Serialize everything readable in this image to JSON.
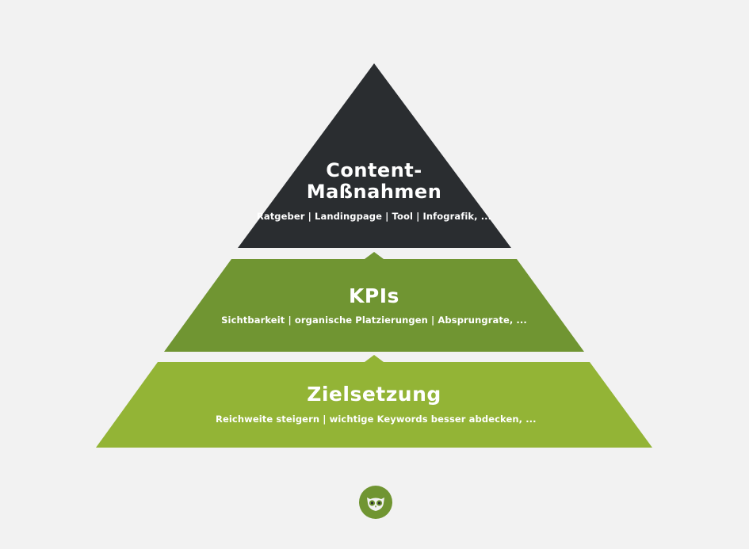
{
  "pyramid": {
    "layers": [
      {
        "title": "Content-Maßnahmen",
        "subtitle": "Ratgeber  | Landingpage | Tool | Infografik, ...",
        "color": "#2a2d30"
      },
      {
        "title": "KPIs",
        "subtitle": "Sichtbarkeit | organische Platzierungen | Absprungrate, ...",
        "color": "#709532"
      },
      {
        "title": "Zielsetzung",
        "subtitle": "Reichweite steigern | wichtige Keywords besser abdecken, ...",
        "color": "#93b436"
      }
    ]
  },
  "logo": {
    "icon": "owl-icon",
    "color": "#709532"
  },
  "background_color": "#f2f2f2"
}
